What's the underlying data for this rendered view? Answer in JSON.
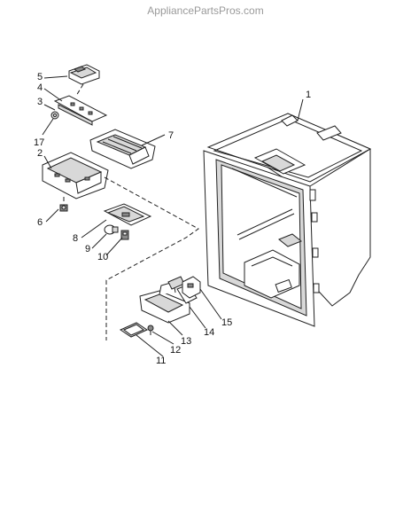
{
  "watermark": "AppliancePartsPros.com",
  "callouts": [
    {
      "id": "1",
      "label": "1"
    },
    {
      "id": "2",
      "label": "2"
    },
    {
      "id": "3",
      "label": "3"
    },
    {
      "id": "4",
      "label": "4"
    },
    {
      "id": "5",
      "label": "5"
    },
    {
      "id": "6",
      "label": "6"
    },
    {
      "id": "7",
      "label": "7"
    },
    {
      "id": "8",
      "label": "8"
    },
    {
      "id": "9",
      "label": "9"
    },
    {
      "id": "10",
      "label": "10"
    },
    {
      "id": "11",
      "label": "11"
    },
    {
      "id": "12",
      "label": "12"
    },
    {
      "id": "13",
      "label": "13"
    },
    {
      "id": "14",
      "label": "14"
    },
    {
      "id": "15",
      "label": "15"
    },
    {
      "id": "17",
      "label": "17"
    }
  ]
}
